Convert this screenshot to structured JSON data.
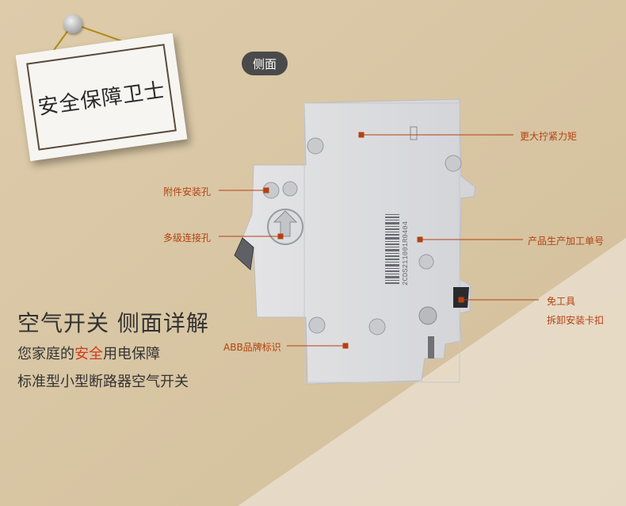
{
  "banner": {
    "title": "安全保障卫士"
  },
  "badge": {
    "label": "侧面"
  },
  "callouts": {
    "torque": "更大拧紧力矩",
    "accessory_hole": "附件安装孔",
    "multi_level": "多级连接孔",
    "production_code": "产品生产加工单号",
    "no_tool_1": "免工具",
    "no_tool_2": "拆卸安装卡扣",
    "brand_mark": "ABB品牌标识"
  },
  "description": {
    "heading": "空气开关 侧面详解",
    "line1_pre": "您家庭的",
    "line1_highlight": "安全",
    "line1_post": "用电保障",
    "line2": "标准型小型断路器空气开关"
  },
  "barcode_text": "2CDS211001R0404",
  "colors": {
    "accent": "#b3420f",
    "highlight": "#d23b1b",
    "background": "#d9c8a8"
  }
}
